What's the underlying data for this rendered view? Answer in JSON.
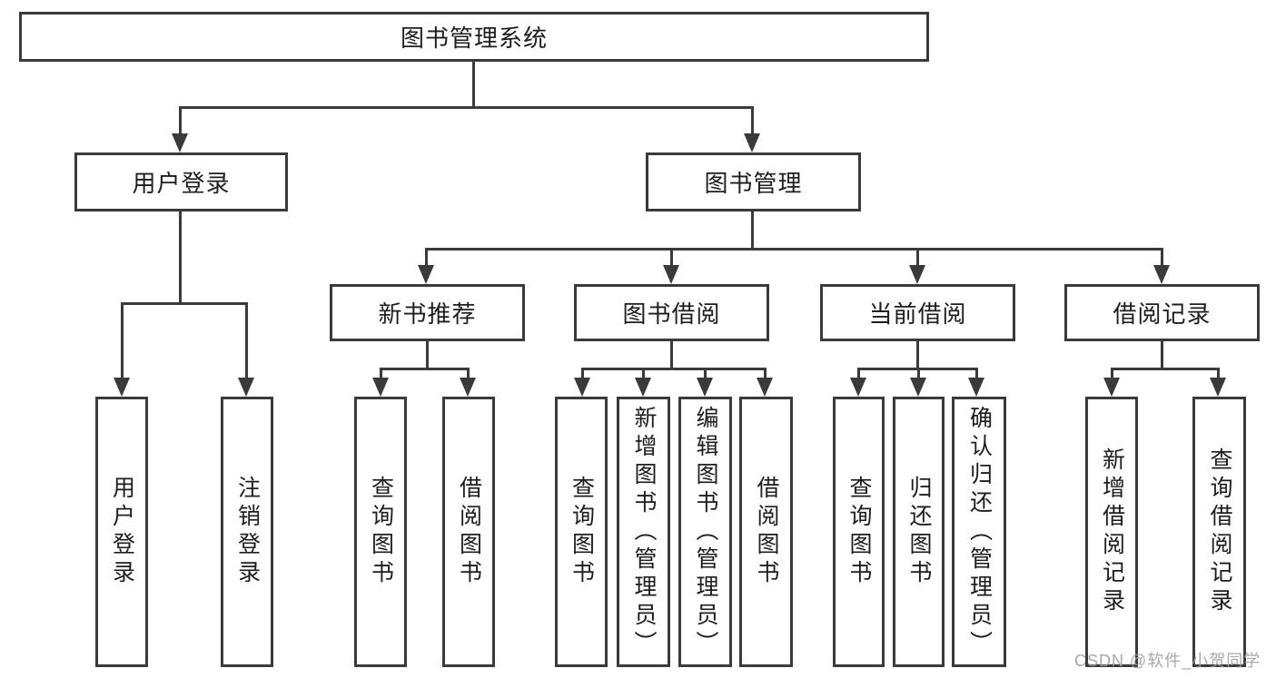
{
  "diagram": {
    "root": {
      "label": "图书管理系统"
    },
    "branches": [
      {
        "label": "用户登录",
        "children": [
          {
            "label": "用户登录"
          },
          {
            "label": "注销登录"
          }
        ]
      },
      {
        "label": "图书管理",
        "children": [
          {
            "label": "新书推荐",
            "children": [
              {
                "label": "查询图书"
              },
              {
                "label": "借阅图书"
              }
            ]
          },
          {
            "label": "图书借阅",
            "children": [
              {
                "label": "查询图书"
              },
              {
                "label": "新增图书（管理员）"
              },
              {
                "label": "编辑图书（管理员）"
              },
              {
                "label": "借阅图书"
              }
            ]
          },
          {
            "label": "当前借阅",
            "children": [
              {
                "label": "查询图书"
              },
              {
                "label": "归还图书"
              },
              {
                "label": "确认归还（管理员）"
              }
            ]
          },
          {
            "label": "借阅记录",
            "children": [
              {
                "label": "新增借阅记录"
              },
              {
                "label": "查询借阅记录"
              }
            ]
          }
        ]
      }
    ]
  },
  "watermark": {
    "text": "CSDN @软件_小贺同学"
  },
  "colors": {
    "line": "#3a3a3a",
    "text": "#1d1d1d",
    "background": "#ffffff",
    "watermark": "#9e9e9e"
  }
}
